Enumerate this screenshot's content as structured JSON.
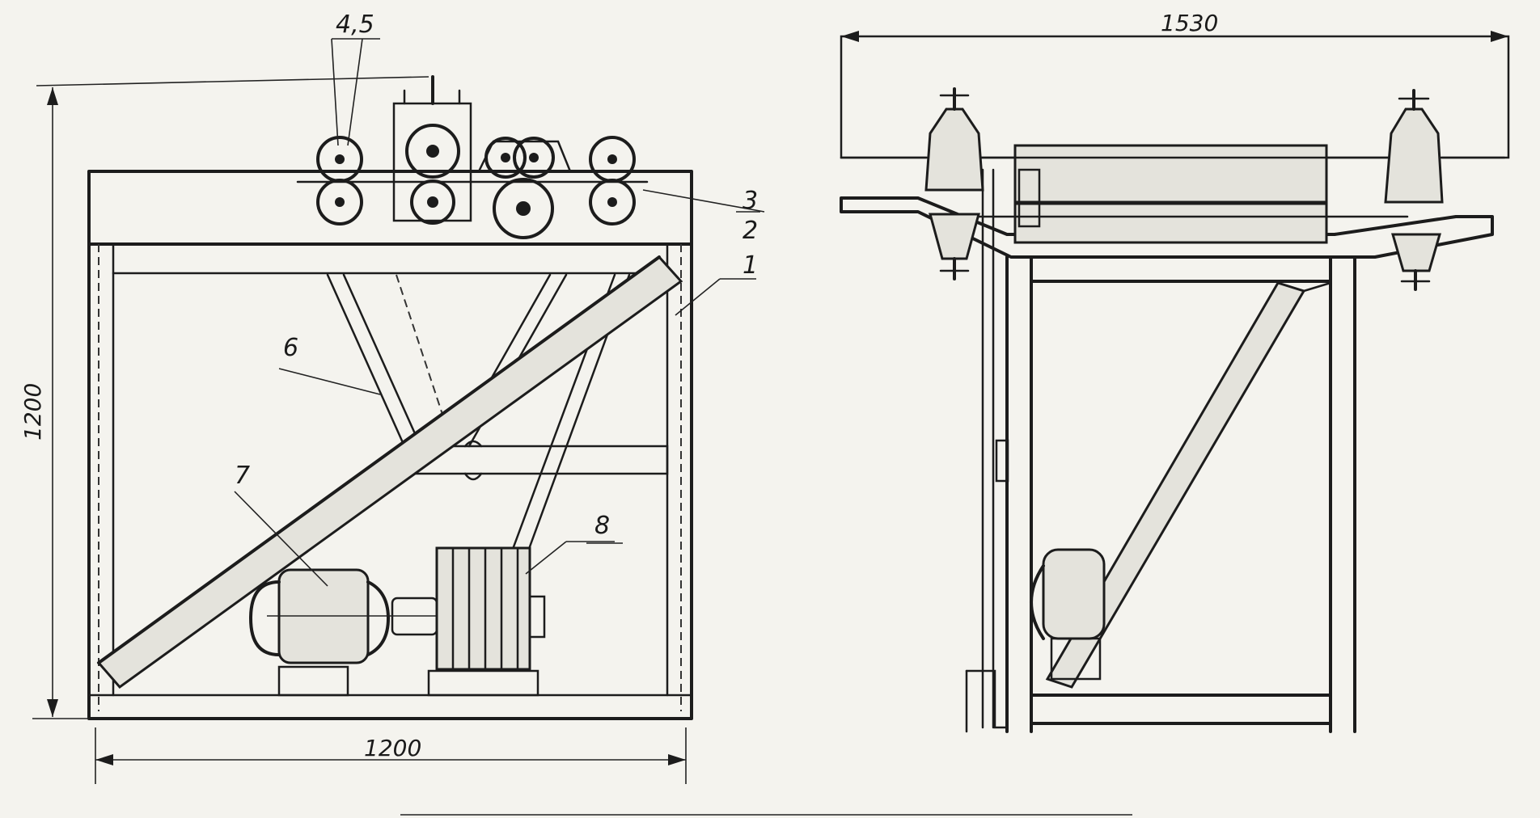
{
  "dimensions": {
    "front_width": "1200",
    "front_height": "1200",
    "side_length": "1530"
  },
  "labels": {
    "item_4_5": "4,5",
    "item_3": "3",
    "item_2": "2",
    "item_1": "1",
    "item_6": "6",
    "item_7": "7",
    "item_8": "8"
  }
}
